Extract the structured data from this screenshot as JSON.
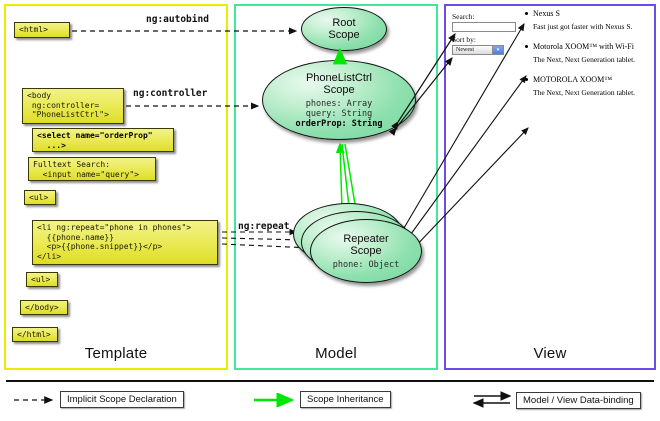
{
  "columns": {
    "template": {
      "label": "Template",
      "border_color": "#ecec00"
    },
    "model": {
      "label": "Model",
      "border_color": "#3dea9d"
    },
    "view": {
      "label": "View",
      "border_color": "#6a4ce8"
    }
  },
  "template_boxes": [
    {
      "name": "html-open-box",
      "text": "<html>"
    },
    {
      "name": "body-controller-box",
      "text": "<body\n ng:controller=\n \"PhoneListCtrl\">"
    },
    {
      "name": "select-orderprop-box",
      "text": "<select name=\"orderProp\"\n  ...>"
    },
    {
      "name": "fulltext-search-box",
      "text": "Fulltext Search:\n  <input name=\"query\">"
    },
    {
      "name": "ul-open-box",
      "text": "<ul>"
    },
    {
      "name": "li-ngrepeat-box",
      "text": "<li ng:repeat=\"phone in phones\">\n  {{phone.name}}\n  <p>{{phone.snippet}}</p>\n</li>"
    },
    {
      "name": "ul-close-box",
      "text": "<ul>"
    },
    {
      "name": "body-close-box",
      "text": "</body>"
    },
    {
      "name": "html-close-box",
      "text": "</html>"
    }
  ],
  "connector_labels": [
    {
      "name": "ng-autobind-label",
      "text": "ng:autobind"
    },
    {
      "name": "ng-controller-label",
      "text": "ng:controller"
    },
    {
      "name": "ng-repeat-label",
      "text": "ng:repeat"
    }
  ],
  "scopes": [
    {
      "name": "root-scope",
      "title": "Root\nScope",
      "title_line1": "Root",
      "title_line2": "Scope",
      "props": ""
    },
    {
      "name": "phonelistctrl-scope",
      "title_line1": "PhoneListCtrl",
      "title_line2": "Scope",
      "props_plain": "phones: Array\nquery: String\n",
      "props_bold": "orderProp: String"
    },
    {
      "name": "repeater-scope",
      "title_line1": "Repeater",
      "title_line2": "Scope",
      "props_plain": "phone: Object"
    }
  ],
  "view": {
    "search_label": "Search:",
    "search_value": "",
    "sort_label": "Sort by:",
    "sort_selected": "Newest",
    "phones": [
      {
        "name": "Nexus S",
        "snippet": "Fast just got faster with Nexus S."
      },
      {
        "name": "Motorola XOOM™ with Wi-Fi",
        "snippet": "The Next, Next Generation tablet."
      },
      {
        "name": "MOTOROLA XOOM™",
        "snippet": "The Next, Next Generation tablet."
      }
    ]
  },
  "legend": [
    {
      "name": "legend-implicit-scope-declaration",
      "label": "Implicit Scope Declaration",
      "style": "dashed",
      "color": "#111111"
    },
    {
      "name": "legend-scope-inheritance",
      "label": "Scope Inheritance",
      "style": "solid",
      "color": "#00e800"
    },
    {
      "name": "legend-model-view-databinding",
      "label": "Model / View Data-binding",
      "style": "double",
      "color": "#111111"
    }
  ]
}
